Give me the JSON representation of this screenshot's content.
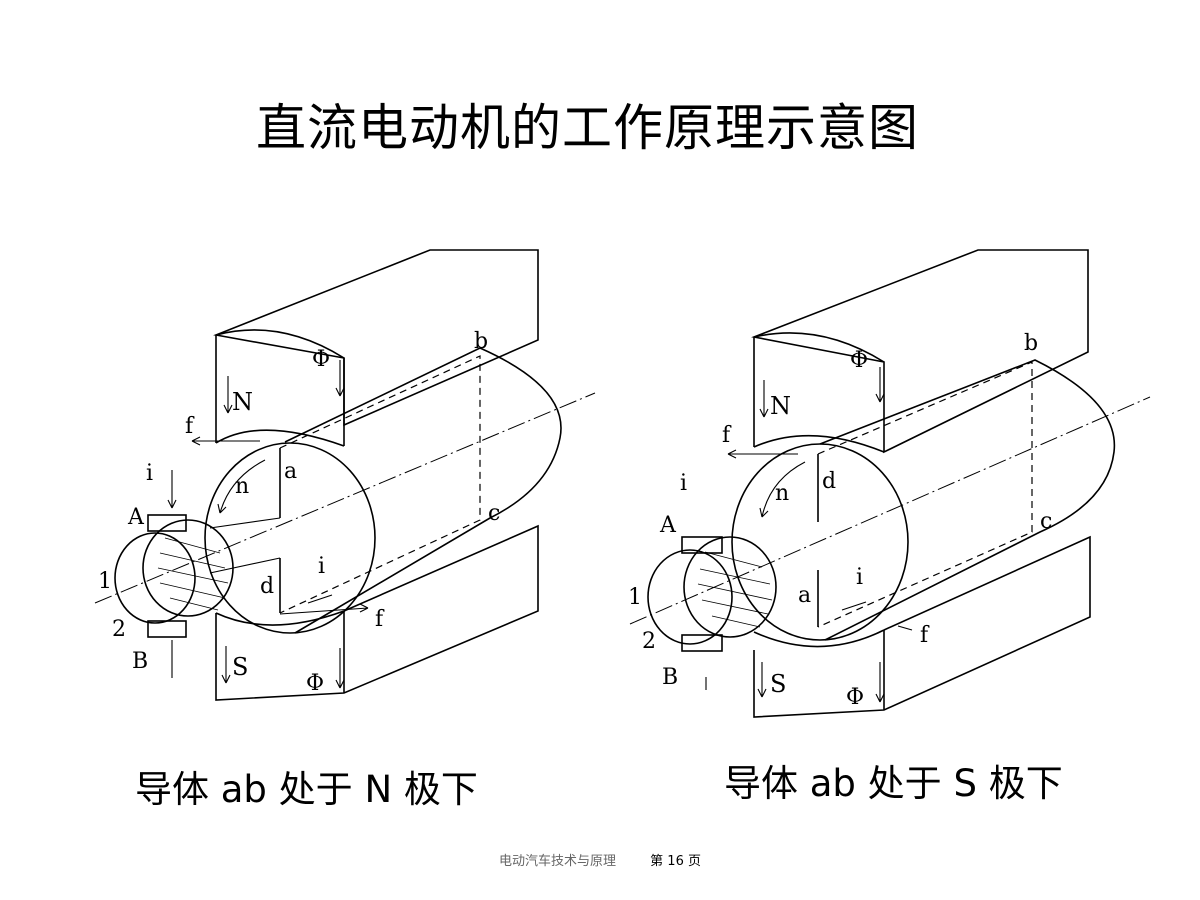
{
  "page": {
    "title": "直流电动机的工作原理示意图",
    "figure_left": {
      "labels": {
        "phi_top": "Φ",
        "N": "N",
        "b": "b",
        "f_top": "f",
        "i_top": "i",
        "a": "a",
        "n": "n",
        "c": "c",
        "A": "A",
        "one": "1",
        "two": "2",
        "d": "d",
        "i_bottom": "i",
        "f_bottom": "f",
        "B": "B",
        "S": "S",
        "phi_bottom": "Φ"
      }
    },
    "figure_right": {
      "labels": {
        "phi_top": "Φ",
        "N": "N",
        "b": "b",
        "f_top": "f",
        "i_top": "i",
        "d": "d",
        "n": "n",
        "c": "c",
        "A": "A",
        "one": "1",
        "two": "2",
        "a": "a",
        "i_bottom": "i",
        "f_bottom": "f",
        "B": "B",
        "S": "S",
        "phi_bottom": "Φ"
      }
    },
    "caption_left": "导体 ab 处于 N 极下",
    "caption_right": "导体 ab 处于 S 极下",
    "footer": {
      "course": "电动汽车技术与原理",
      "page_label": "第  16  页"
    }
  }
}
